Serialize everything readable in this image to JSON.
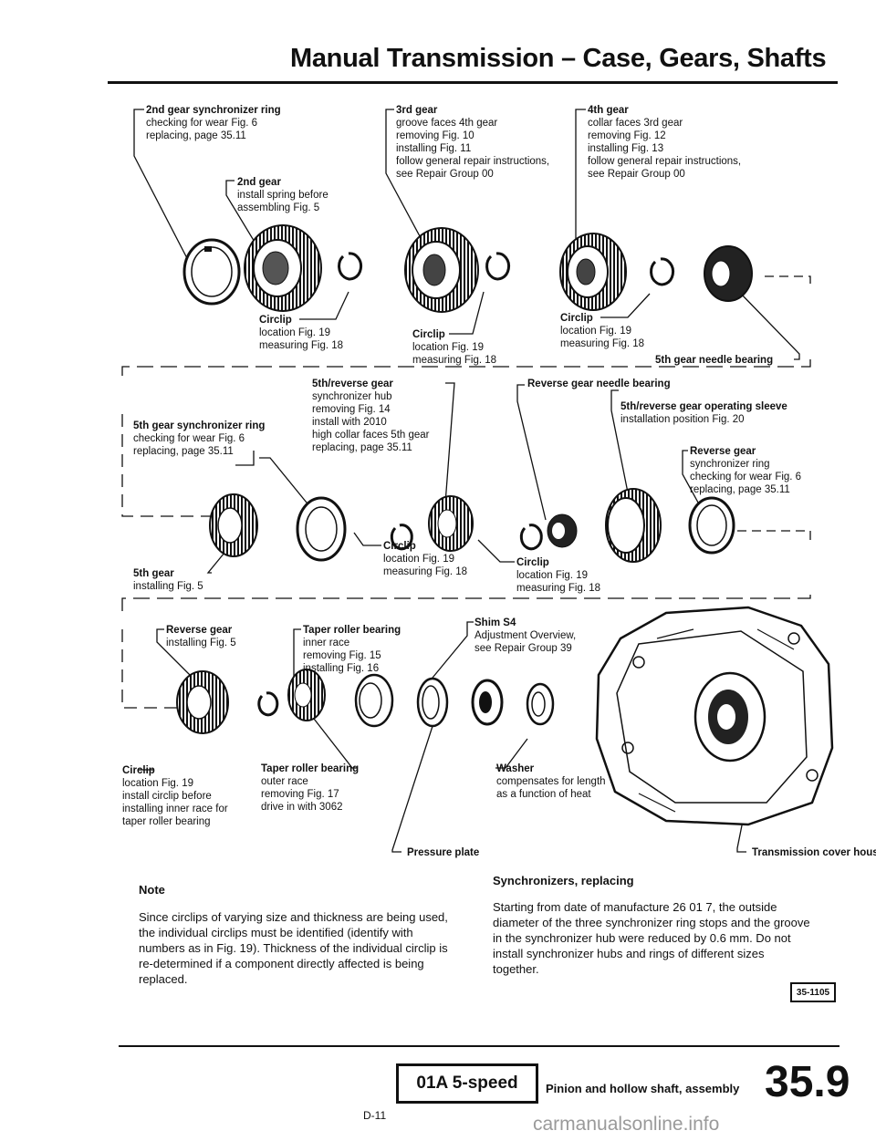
{
  "header": {
    "title": "Manual Transmission – Case, Gears, Shafts"
  },
  "callouts": {
    "c2syn": {
      "head": "2nd gear synchronizer ring",
      "lines": [
        "checking for wear Fig. 6",
        "replacing, page 35.11"
      ]
    },
    "c2gear": {
      "head": "2nd gear",
      "lines": [
        "install spring before",
        "assembling Fig. 5"
      ]
    },
    "c3gear": {
      "head": "3rd gear",
      "lines": [
        "groove faces 4th gear",
        "removing Fig. 10",
        "installing Fig. 11",
        "follow general repair instructions,",
        "see Repair Group 00"
      ]
    },
    "c4gear": {
      "head": "4th gear",
      "lines": [
        "collar faces 3rd gear",
        "removing Fig. 12",
        "installing Fig. 13",
        "follow general repair instructions,",
        "see Repair Group 00"
      ]
    },
    "circlip1": {
      "head": "Circlip",
      "lines": [
        "location Fig. 19",
        "measuring Fig. 18"
      ]
    },
    "circlip2": {
      "head": "Circlip",
      "lines": [
        "location Fig. 19",
        "measuring Fig. 18"
      ]
    },
    "circlip3": {
      "head": "Circlip",
      "lines": [
        "location Fig. 19",
        "measuring Fig. 18"
      ]
    },
    "c5needle": {
      "head": "5th gear needle bearing",
      "lines": []
    },
    "c5syn": {
      "head": "5th gear synchronizer ring",
      "lines": [
        "checking for wear Fig. 6",
        "replacing, page 35.11"
      ]
    },
    "c5rhub": {
      "head": "5th/reverse gear",
      "lines": [
        "synchronizer hub",
        "removing Fig. 14",
        "install with 2010",
        "high collar faces 5th gear",
        "replacing, page 35.11"
      ]
    },
    "crneedle": {
      "head": "Reverse gear needle bearing",
      "lines": []
    },
    "c5sleeve": {
      "head": "5th/reverse gear operating sleeve",
      "lines": [
        "installation position Fig. 20"
      ]
    },
    "crsyn": {
      "head": "Reverse gear",
      "lines": [
        "synchronizer ring",
        "checking for wear Fig. 6",
        "replacing, page 35.11"
      ]
    },
    "c5gear": {
      "head": "5th gear",
      "lines": [
        "installing Fig. 5"
      ]
    },
    "circlip4": {
      "head": "Circlip",
      "lines": [
        "location Fig. 19",
        "measuring Fig. 18"
      ]
    },
    "circlip5": {
      "head": "Circlip",
      "lines": [
        "location Fig. 19",
        "measuring Fig. 18"
      ]
    },
    "crgear": {
      "head": "Reverse gear",
      "lines": [
        "installing Fig. 5"
      ]
    },
    "ctaperinner": {
      "head": "Taper roller bearing",
      "lines": [
        "inner race",
        "removing Fig. 15",
        "installing Fig. 16"
      ]
    },
    "cshim": {
      "head": "Shim S4",
      "lines": [
        "Adjustment Overview,",
        "see Repair Group 39"
      ]
    },
    "circlip6": {
      "head": "Circlip",
      "lines": [
        "location Fig. 19",
        "install circlip before",
        "installing inner race for",
        "taper roller bearing"
      ]
    },
    "ctaperouter": {
      "head": "Taper roller bearing",
      "lines": [
        "outer race",
        "removing Fig. 17",
        "drive in with 3062"
      ]
    },
    "cwasher": {
      "head": "Washer",
      "lines": [
        "compensates for length",
        "as a function of heat"
      ]
    },
    "cpressure": {
      "head": "Pressure plate",
      "lines": []
    },
    "chousing": {
      "head": "Transmission cover housing",
      "lines": []
    }
  },
  "note": {
    "heading": "Note",
    "body": "Since circlips of varying size and thickness are being used, the individual circlips must be identified (identify with numbers as in Fig. 19). Thickness of the individual circlip is re-determined if a component directly affected is being replaced."
  },
  "synchronizers": {
    "heading": "Synchronizers, replacing",
    "body": "Starting from date of manufacture 26 01 7, the outside diameter of the three synchronizer ring stops and the groove in the synchronizer hub were reduced by 0.6 mm. Do not install synchronizer hubs and rings of different sizes together."
  },
  "figure_id": "35-1105",
  "footer": {
    "model": "01A 5-speed",
    "section": "Pinion and hollow shaft, assembly",
    "page_number": "35.9",
    "page_ref": "D-11",
    "watermark": "carmanualsonline.info"
  }
}
